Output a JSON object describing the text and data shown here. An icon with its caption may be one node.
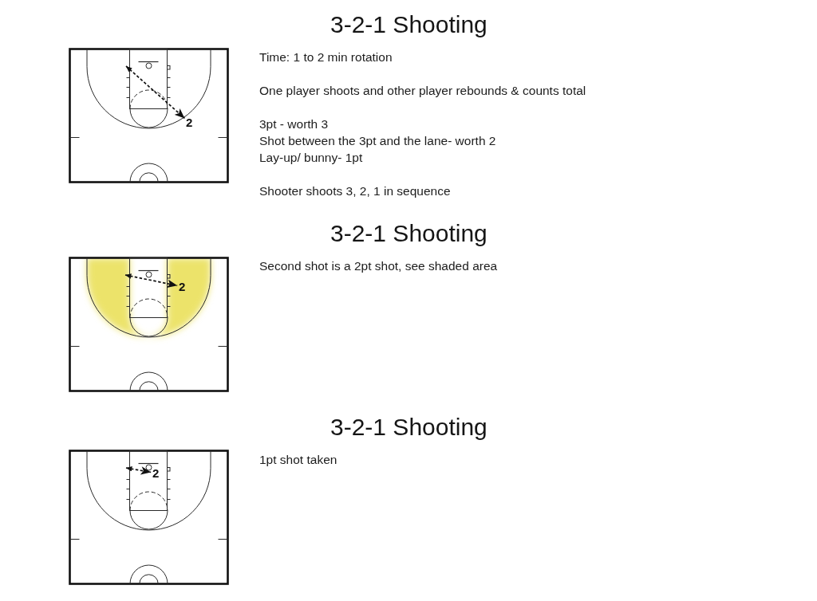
{
  "diagram": {
    "nodes": [
      {
        "text": [
          "2"
        ]
      },
      {
        "text": [
          "2"
        ]
      },
      {
        "text": [
          "2"
        ]
      }
    ],
    "edges": [
      {
        "from": null,
        "to": 0,
        "arrow": "both",
        "style": "dashed"
      },
      {
        "from": null,
        "to": 1,
        "arrow": "both",
        "style": "dashed"
      },
      {
        "from": null,
        "to": 2,
        "arrow": "both",
        "style": "dashed"
      }
    ],
    "labels": [
      "3-2-1 Shooting",
      "Time: 1 to 2 min rotation",
      "One player shoots and other player rebounds & counts total",
      "3pt - worth 3",
      "Shot between the 3pt and the lane- worth 2",
      "Lay-up/ bunny- 1pt",
      "Shooter shoots 3, 2, 1 in sequence",
      "3-2-1 Shooting",
      "Second shot is a 2pt shot, see shaded area",
      "3-2-1 Shooting",
      "1pt shot taken"
    ]
  }
}
